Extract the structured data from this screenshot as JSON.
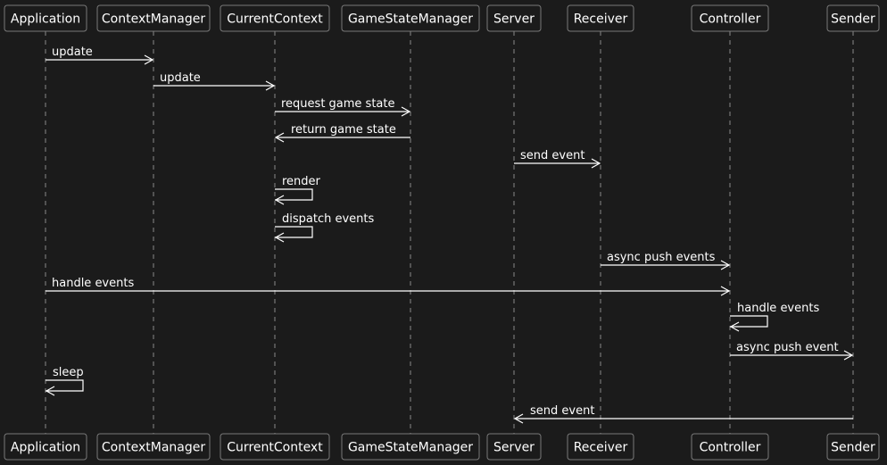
{
  "diagram": {
    "type": "sequence",
    "colors": {
      "background": "#1b1b1b",
      "line": "#ffffff",
      "box_border": "#7a7a7a",
      "lifeline": "#8a8a8a",
      "text": "#ffffff"
    },
    "participants": [
      "Application",
      "ContextManager",
      "CurrentContext",
      "GameStateManager",
      "Server",
      "Receiver",
      "Controller",
      "Sender"
    ],
    "messages": [
      {
        "from": "Application",
        "to": "ContextManager",
        "label": "update"
      },
      {
        "from": "ContextManager",
        "to": "CurrentContext",
        "label": "update"
      },
      {
        "from": "CurrentContext",
        "to": "GameStateManager",
        "label": "request game state"
      },
      {
        "from": "GameStateManager",
        "to": "CurrentContext",
        "label": "return game state"
      },
      {
        "from": "Server",
        "to": "Receiver",
        "label": "send event"
      },
      {
        "from": "CurrentContext",
        "to": "CurrentContext",
        "label": "render"
      },
      {
        "from": "CurrentContext",
        "to": "CurrentContext",
        "label": "dispatch events"
      },
      {
        "from": "Receiver",
        "to": "Controller",
        "label": "async push events"
      },
      {
        "from": "Application",
        "to": "Controller",
        "label": "handle events"
      },
      {
        "from": "Controller",
        "to": "Controller",
        "label": "handle events"
      },
      {
        "from": "Controller",
        "to": "Sender",
        "label": "async push event"
      },
      {
        "from": "Application",
        "to": "Application",
        "label": "sleep"
      },
      {
        "from": "Sender",
        "to": "Server",
        "label": "send event"
      }
    ]
  }
}
